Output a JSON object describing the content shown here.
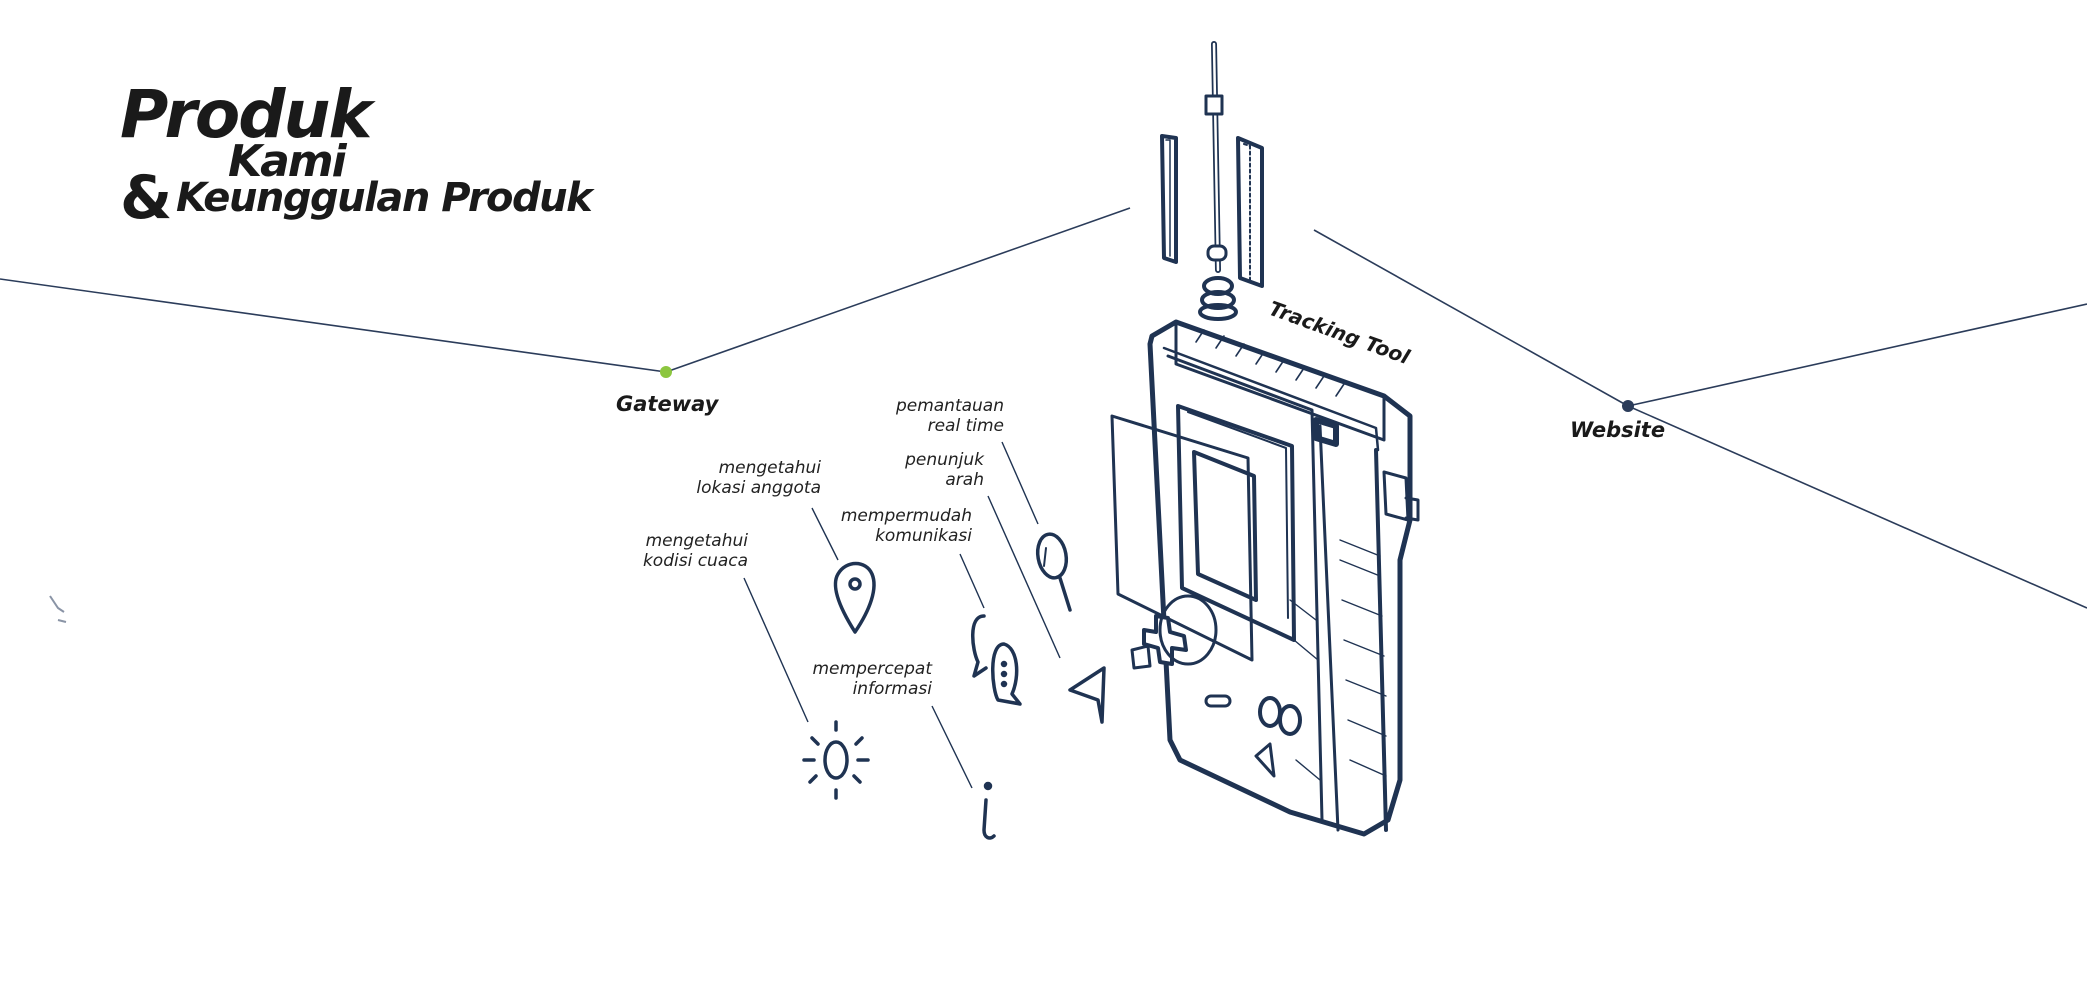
{
  "title": {
    "line1": "Produk",
    "line2": "Kami",
    "ampersand": "&",
    "line3": "Keunggulan Produk"
  },
  "nodes": {
    "gateway": "Gateway",
    "website": "Website",
    "tracking_tool": "Tracking Tool"
  },
  "features": [
    {
      "id": "realtime",
      "text": "pemantauan\nreal time",
      "icon": "magnifier-icon"
    },
    {
      "id": "direction",
      "text": "penunjuk\narah",
      "icon": "arrow-pointer-icon"
    },
    {
      "id": "location",
      "text": "mengetahui\nlokasi anggota",
      "icon": "location-pin-icon"
    },
    {
      "id": "communication",
      "text": "mempermudah\nkomunikasi",
      "icon": "chat-bubbles-icon"
    },
    {
      "id": "weather",
      "text": "mengetahui\nkodisi cuaca",
      "icon": "sun-icon"
    },
    {
      "id": "information",
      "text": "mempercepat\ninformasi",
      "icon": "info-icon"
    }
  ],
  "colors": {
    "line": "#2b3c5a",
    "gateway_dot": "#8cc63f",
    "website_dot": "#2b3c5a",
    "icon_stroke": "#1f3352"
  }
}
